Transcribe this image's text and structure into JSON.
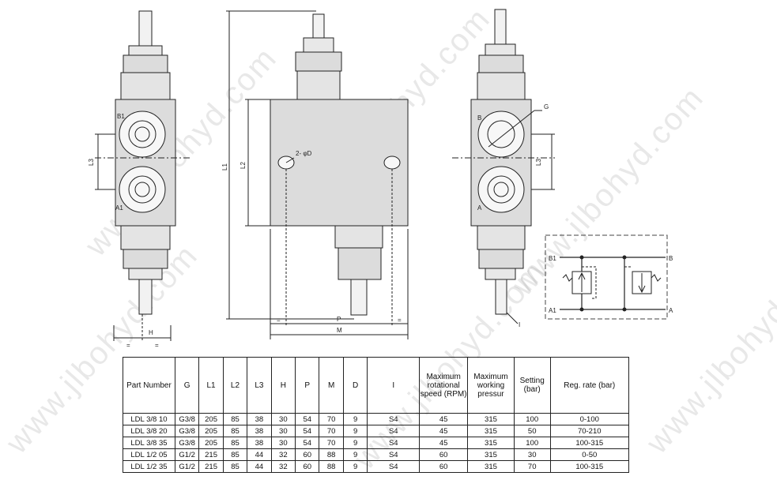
{
  "drawing_labels": {
    "b1": "B1",
    "a1": "A1",
    "b": "B",
    "a": "A",
    "g": "G",
    "l3": "L3",
    "l2": "L2",
    "l1": "L1",
    "h": "H",
    "p": "P",
    "m": "M",
    "i": "I",
    "hole": "2- φD",
    "eq": "="
  },
  "schematic_labels": {
    "b1": "B1",
    "a1": "A1",
    "b": "B",
    "a": "A"
  },
  "watermark": "www.jlbohyd.com",
  "table": {
    "headers": [
      "Part Number",
      "G",
      "L1",
      "L2",
      "L3",
      "H",
      "P",
      "M",
      "D",
      "I",
      "Maximum rotational speed (RPM)",
      "Maximum working pressur",
      "Setting (bar)",
      "Reg. rate (bar)"
    ],
    "rows": [
      [
        "LDL 3/8 10",
        "G3/8",
        "205",
        "85",
        "38",
        "30",
        "54",
        "70",
        "9",
        "S4",
        "45",
        "315",
        "100",
        "0-100"
      ],
      [
        "LDL 3/8 20",
        "G3/8",
        "205",
        "85",
        "38",
        "30",
        "54",
        "70",
        "9",
        "S4",
        "45",
        "315",
        "50",
        "70-210"
      ],
      [
        "LDL 3/8 35",
        "G3/8",
        "205",
        "85",
        "38",
        "30",
        "54",
        "70",
        "9",
        "S4",
        "45",
        "315",
        "100",
        "100-315"
      ],
      [
        "LDL 1/2 05",
        "G1/2",
        "215",
        "85",
        "44",
        "32",
        "60",
        "88",
        "9",
        "S4",
        "60",
        "315",
        "30",
        "0-50"
      ],
      [
        "LDL 1/2 35",
        "G1/2",
        "215",
        "85",
        "44",
        "32",
        "60",
        "88",
        "9",
        "S4",
        "60",
        "315",
        "70",
        "100-315"
      ]
    ]
  }
}
